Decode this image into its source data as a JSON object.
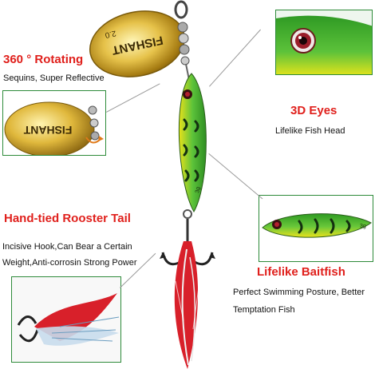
{
  "features": {
    "rotating": {
      "title": "360 ° Rotating",
      "caption": "Sequins, Super Reflective"
    },
    "eyes": {
      "title": "3D Eyes",
      "caption": "Lifelike Fish Head"
    },
    "tail": {
      "title": "Hand-tied Rooster Tail",
      "caption_line1": "Incisive Hook,Can Bear a Certain",
      "caption_line2": "Weight,Anti-corrosin Strong Power"
    },
    "baitfish": {
      "title": "Lifelike Baitfish",
      "caption_line1": "Perfect Swimming Posture, Better",
      "caption_line2": "Temptation Fish"
    }
  },
  "blade_engraving": "FISHANT",
  "blade_size": "2.0",
  "body_marking": "3g",
  "colors": {
    "accent_red": "#e0201c",
    "frame_green": "#2e8b3a",
    "gold": "#d9b43a",
    "lure_green": "#3fae2a",
    "lure_yellow": "#e8e21a",
    "feather_red": "#d8202a"
  }
}
